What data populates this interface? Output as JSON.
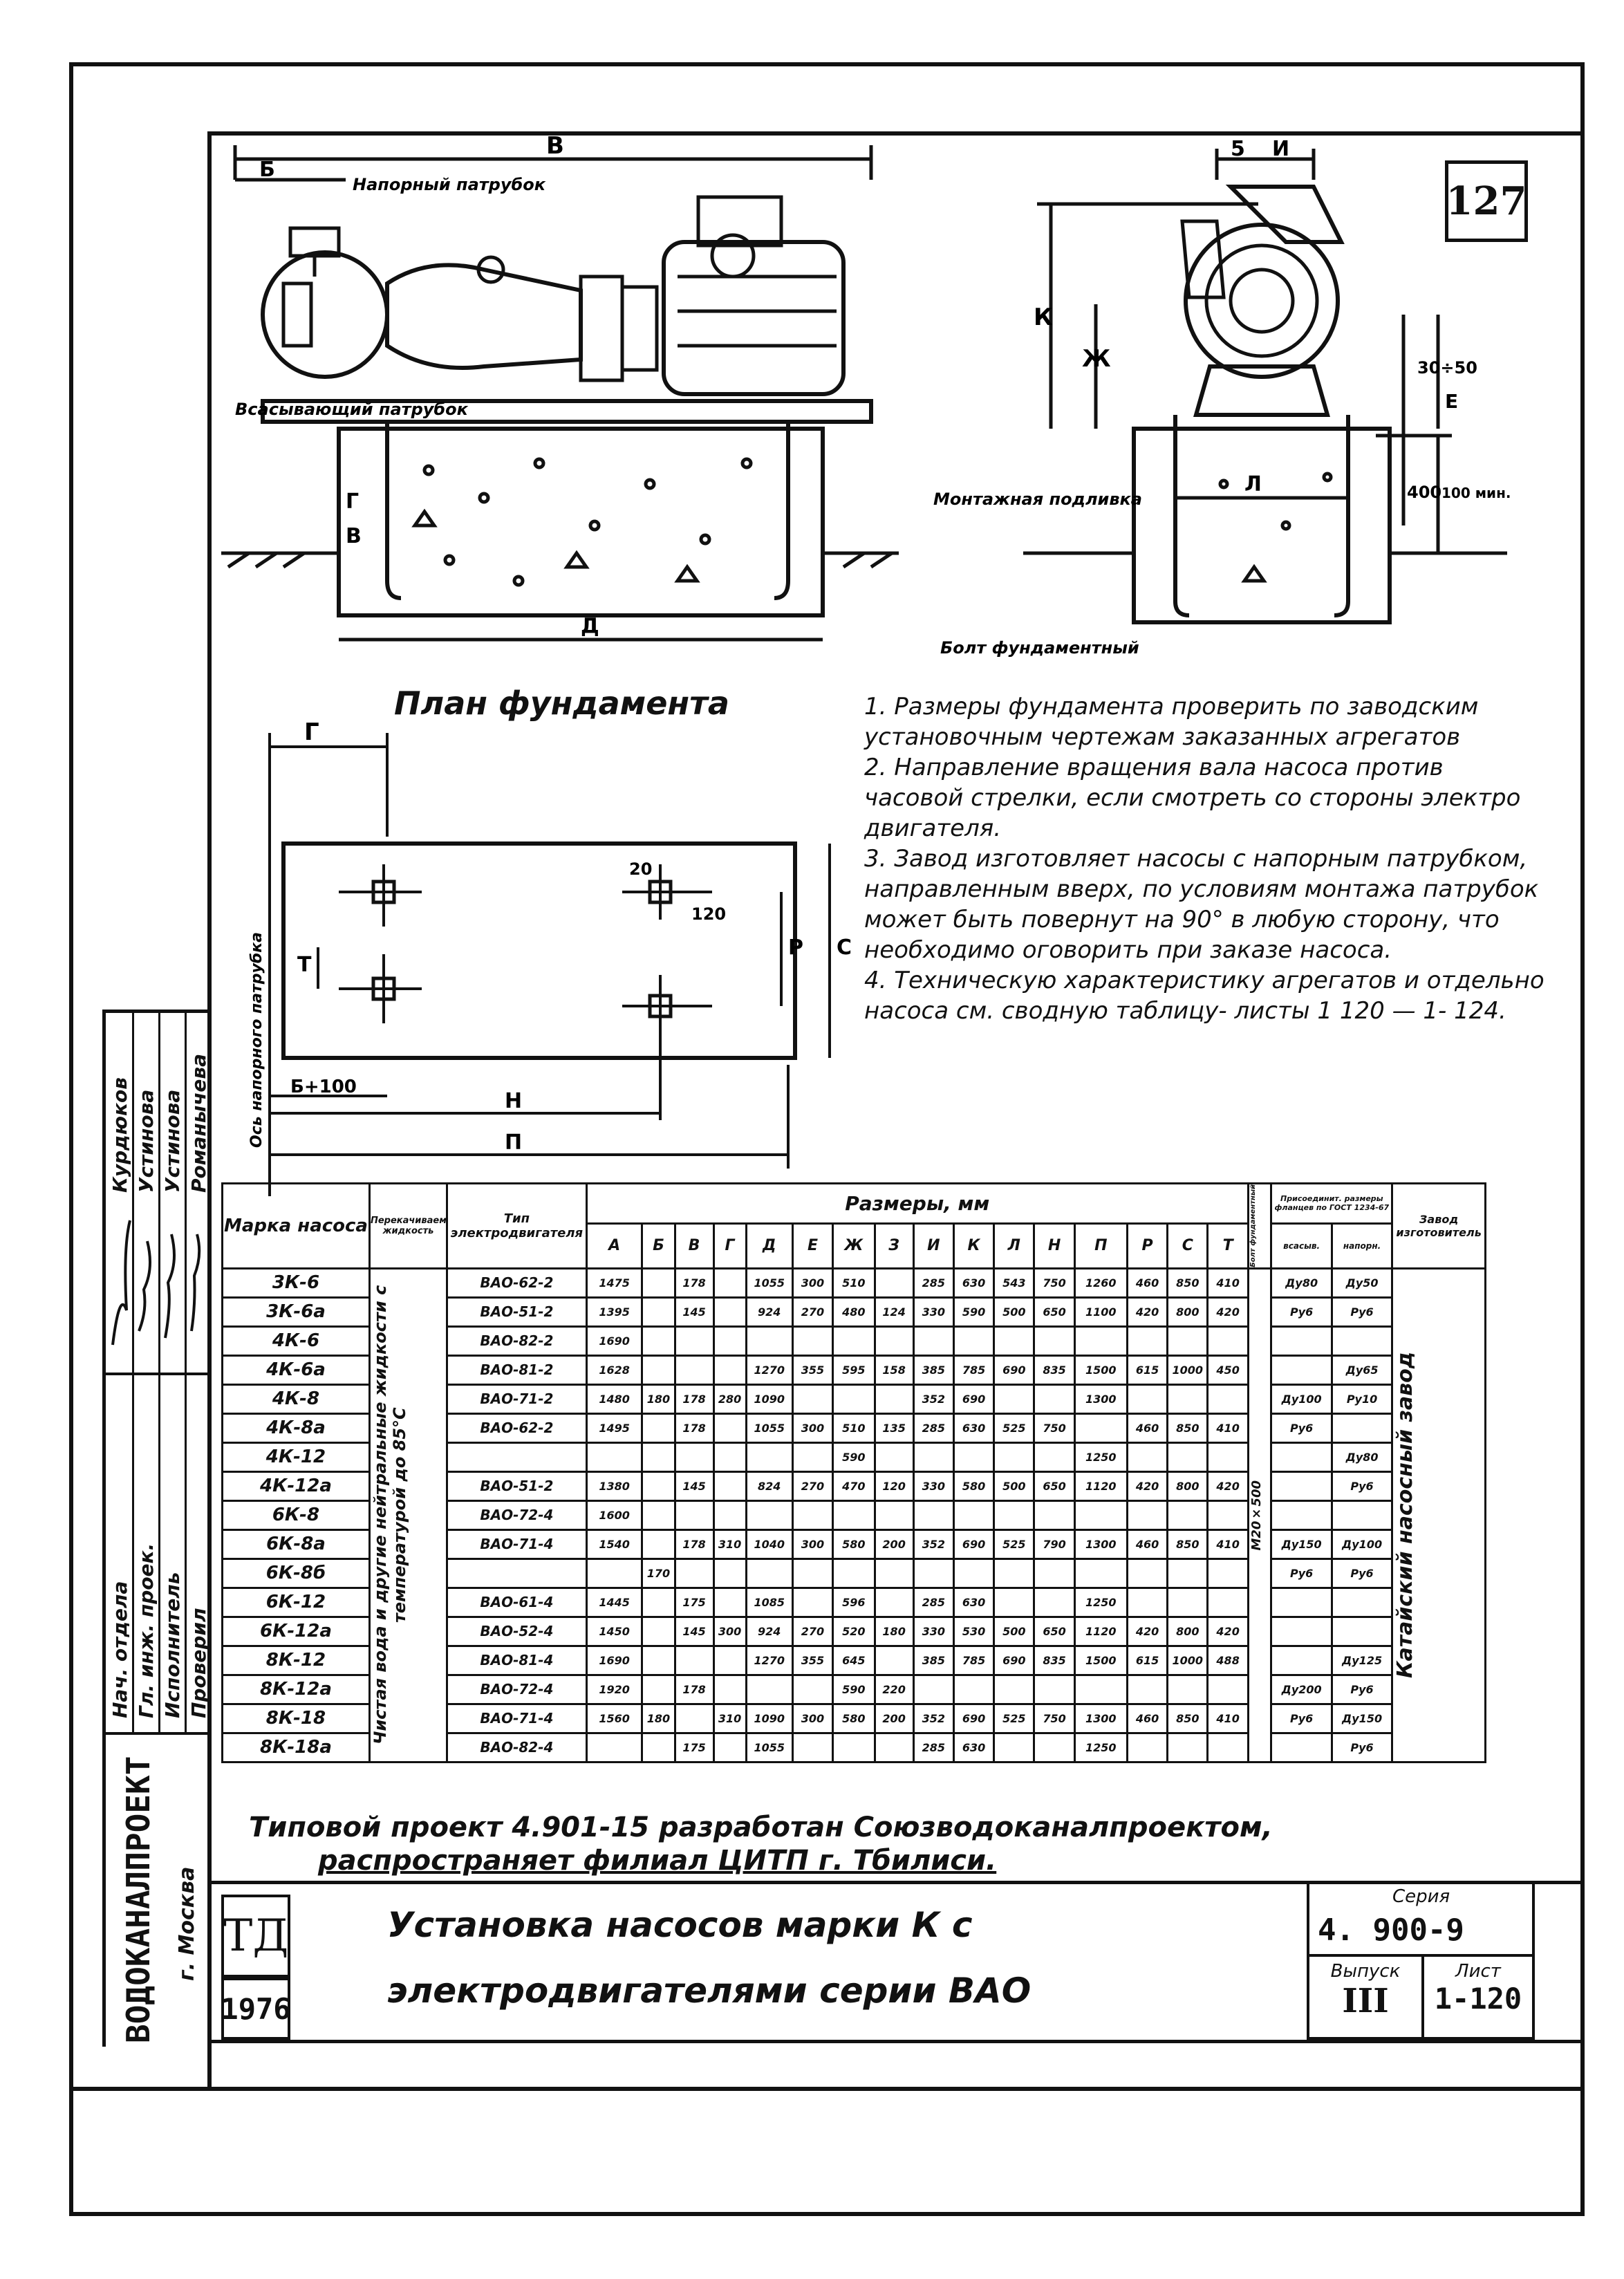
{
  "sheet_number": "127",
  "drawing_labels": {
    "dim_B": "В",
    "dim_B_left": "Б",
    "pressure_pipe": "Напорный патрубок",
    "suction_pipe": "Всасывающий патрубок",
    "dim_G": "Г",
    "dim_V": "В",
    "dim_D": "Д",
    "dim_K": "К",
    "dim_Zh": "Ж",
    "dim_E": "Е",
    "dim_5": "5",
    "dim_I": "И",
    "dim_L": "Л",
    "mounting_pour": "Монтажная подливка",
    "bolt": "Болт фундаментный",
    "dim_30_50": "30÷50",
    "dim_400": "400",
    "dim_100min": "100 мин."
  },
  "plan": {
    "title": "План фундамента",
    "dim_G": "Г",
    "axis_label": "Ось напорного патрубка",
    "dim_20": "20",
    "dim_120": "120",
    "dim_T": "Т",
    "dim_R": "Р",
    "dim_C": "С",
    "dim_B100": "Б+100",
    "dim_N": "Н",
    "dim_P": "П"
  },
  "notes": [
    "1. Размеры фундамента проверить по заводским установочным чертежам заказанных агрегатов",
    "2. Направление вращения вала насоса против часовой стрелки, если смотреть со стороны электро двигателя.",
    "3. Завод изготовляет насосы с напорным патрубком, направленным вверх, по условиям монтажа патрубок может быть повернут на 90° в любую сторону, что необходимо оговорить при заказе насоса.",
    "4. Техническую характеристику агрегатов и отдельно насоса см. сводную таблицу- листы 1 120 — 1- 124."
  ],
  "table": {
    "h_mark": "Марка насоса",
    "h_liquid": "Перекачиваемая жидкость",
    "h_motor": "Тип электродвигателя",
    "h_dims": "Размеры, мм",
    "dim_cols": [
      "А",
      "Б",
      "В",
      "Г",
      "Д",
      "Е",
      "Ж",
      "З",
      "И",
      "К",
      "Л",
      "Н",
      "П",
      "Р",
      "С",
      "Т"
    ],
    "h_bolt": "Болт фундаментный",
    "h_flange": "Присоединит. размеры фланцев по ГОСТ 1234-67",
    "h_suction": "всасыв.",
    "h_pressure": "напорн.",
    "h_plant": "Завод изготовитель",
    "liquid_text": "Чистая вода и другие нейтральные жидкости с температурой до 85°С",
    "bolt_text": "М20×500",
    "plant_text": "Катайский насосный завод",
    "rows": [
      {
        "mark": "3К-6",
        "motor": "ВАО-62-2",
        "A": "1475",
        "V": "178",
        "D": "1055",
        "E": "300",
        "Zh": "510",
        "I": "285",
        "K": "630",
        "L": "543",
        "N": "750",
        "P": "1260",
        "R": "460",
        "C": "850",
        "T": "410",
        "s": "Ду80",
        "p": "Ду50"
      },
      {
        "mark": "3К-6а",
        "motor": "ВАО-51-2",
        "A": "1395",
        "V": "145",
        "D": "924",
        "E": "270",
        "Zh": "480",
        "Z": "124",
        "I": "330",
        "K": "590",
        "L": "500",
        "N": "650",
        "P": "1100",
        "R": "420",
        "C": "800",
        "T": "420",
        "s": "Ру6",
        "p": "Ру6"
      },
      {
        "mark": "4К-6",
        "motor": "ВАО-82-2",
        "A": "1690",
        "V": "",
        "D": "",
        "E": "",
        "Zh": "",
        "I": "",
        "K": "",
        "L": "",
        "N": "",
        "P": "",
        "R": "",
        "C": "",
        "T": "",
        "s": "",
        "p": ""
      },
      {
        "mark": "4К-6а",
        "motor": "ВАО-81-2",
        "A": "1628",
        "V": "",
        "D": "1270",
        "E": "355",
        "Zh": "595",
        "Z": "158",
        "I": "385",
        "K": "785",
        "L": "690",
        "N": "835",
        "P": "1500",
        "R": "615",
        "C": "1000",
        "T": "450",
        "s": "",
        "p": "Ду65"
      },
      {
        "mark": "4К-8",
        "motor": "ВАО-71-2",
        "A": "1480",
        "B": "180",
        "V": "178",
        "G": "280",
        "D": "1090",
        "E": "",
        "Zh": "",
        "I": "352",
        "K": "690",
        "L": "",
        "N": "",
        "P": "1300",
        "R": "",
        "C": "",
        "T": "",
        "s": "Ду100",
        "p": "Ру10"
      },
      {
        "mark": "4К-8а",
        "motor": "ВАО-62-2",
        "A": "1495",
        "V": "178",
        "D": "1055",
        "E": "300",
        "Zh": "510",
        "Z": "135",
        "I": "285",
        "K": "630",
        "L": "525",
        "N": "750",
        "P": "",
        "R": "460",
        "C": "850",
        "T": "410",
        "s": "Ру6",
        "p": ""
      },
      {
        "mark": "4К-12",
        "motor": "",
        "A": "",
        "V": "",
        "D": "",
        "E": "",
        "Zh": "590",
        "I": "",
        "K": "",
        "L": "",
        "N": "",
        "P": "1250",
        "R": "",
        "C": "",
        "T": "",
        "s": "",
        "p": "Ду80"
      },
      {
        "mark": "4К-12а",
        "motor": "ВАО-51-2",
        "A": "1380",
        "V": "145",
        "D": "824",
        "E": "270",
        "Zh": "470",
        "Z": "120",
        "I": "330",
        "K": "580",
        "L": "500",
        "N": "650",
        "P": "1120",
        "R": "420",
        "C": "800",
        "T": "420",
        "s": "",
        "p": "Ру6"
      },
      {
        "mark": "6К-8",
        "motor": "ВАО-72-4",
        "A": "1600",
        "V": "",
        "D": "",
        "E": "",
        "Zh": "",
        "I": "",
        "K": "",
        "L": "",
        "N": "",
        "P": "",
        "R": "",
        "C": "",
        "T": "",
        "s": "",
        "p": ""
      },
      {
        "mark": "6К-8а",
        "motor": "ВАО-71-4",
        "A": "1540",
        "V": "178",
        "G": "310",
        "D": "1040",
        "E": "300",
        "Zh": "580",
        "Z": "200",
        "I": "352",
        "K": "690",
        "L": "525",
        "N": "790",
        "P": "1300",
        "R": "460",
        "C": "850",
        "T": "410",
        "s": "Ду150",
        "p": "Ду100"
      },
      {
        "mark": "6К-8б",
        "motor": "",
        "A": "",
        "B": "170",
        "V": "",
        "D": "",
        "E": "",
        "Zh": "",
        "I": "",
        "K": "",
        "L": "",
        "N": "",
        "P": "",
        "R": "",
        "C": "",
        "T": "",
        "s": "Ру6",
        "p": "Ру6"
      },
      {
        "mark": "6К-12",
        "motor": "ВАО-61-4",
        "A": "1445",
        "V": "175",
        "D": "1085",
        "E": "",
        "Zh": "596",
        "I": "285",
        "K": "630",
        "L": "",
        "N": "",
        "P": "1250",
        "R": "",
        "C": "",
        "T": "",
        "s": "",
        "p": ""
      },
      {
        "mark": "6К-12а",
        "motor": "ВАО-52-4",
        "A": "1450",
        "V": "145",
        "G": "300",
        "D": "924",
        "E": "270",
        "Zh": "520",
        "Z": "180",
        "I": "330",
        "K": "530",
        "L": "500",
        "N": "650",
        "P": "1120",
        "R": "420",
        "C": "800",
        "T": "420",
        "s": "",
        "p": ""
      },
      {
        "mark": "8К-12",
        "motor": "ВАО-81-4",
        "A": "1690",
        "V": "",
        "D": "1270",
        "E": "355",
        "Zh": "645",
        "I": "385",
        "K": "785",
        "L": "690",
        "N": "835",
        "P": "1500",
        "R": "615",
        "C": "1000",
        "T": "488",
        "s": "",
        "p": "Ду125"
      },
      {
        "mark": "8К-12а",
        "motor": "ВАО-72-4",
        "A": "1920",
        "V": "178",
        "D": "",
        "E": "",
        "Zh": "590",
        "Z": "220",
        "I": "",
        "K": "",
        "L": "",
        "N": "",
        "P": "",
        "R": "",
        "C": "",
        "T": "",
        "s": "Ду200",
        "p": "Ру6"
      },
      {
        "mark": "8К-18",
        "motor": "ВАО-71-4",
        "A": "1560",
        "B": "180",
        "V": "",
        "G": "310",
        "D": "1090",
        "E": "300",
        "Zh": "580",
        "Z": "200",
        "I": "352",
        "K": "690",
        "L": "525",
        "N": "750",
        "P": "1300",
        "R": "460",
        "C": "850",
        "T": "410",
        "s": "Ру6",
        "p": "Ду150"
      },
      {
        "mark": "8К-18а",
        "motor": "ВАО-82-4",
        "A": "",
        "V": "175",
        "D": "1055",
        "E": "",
        "Zh": "",
        "I": "285",
        "K": "630",
        "L": "",
        "N": "",
        "P": "1250",
        "R": "",
        "C": "",
        "T": "",
        "s": "",
        "p": "Ру6"
      }
    ]
  },
  "project_note_line1": "Типовой проект 4.901-15 разработан Союзводоканалпроектом,",
  "project_note_line2": "распространяет филиал ЦИТП г. Тбилиси.",
  "title_block": {
    "td": "ТД",
    "year": "1976",
    "title_line1": "Установка насосов марки К с",
    "title_line2": "электродвигателями серии ВАО",
    "series_label": "Серия",
    "series_value": "4. 900-9",
    "issue_label": "Выпуск",
    "issue_value": "III",
    "sheet_label": "Лист",
    "sheet_value": "1-120"
  },
  "side_stamp": {
    "org": "ВОДОКАНАЛПРОЕКТ",
    "city": "г. Москва",
    "roles": [
      "Нач. отдела",
      "Гл. инж. проек.",
      "Исполнитель",
      "Проверил"
    ],
    "names": [
      "Курдюков",
      "Устинова",
      "Устинова",
      "Романычева"
    ]
  }
}
